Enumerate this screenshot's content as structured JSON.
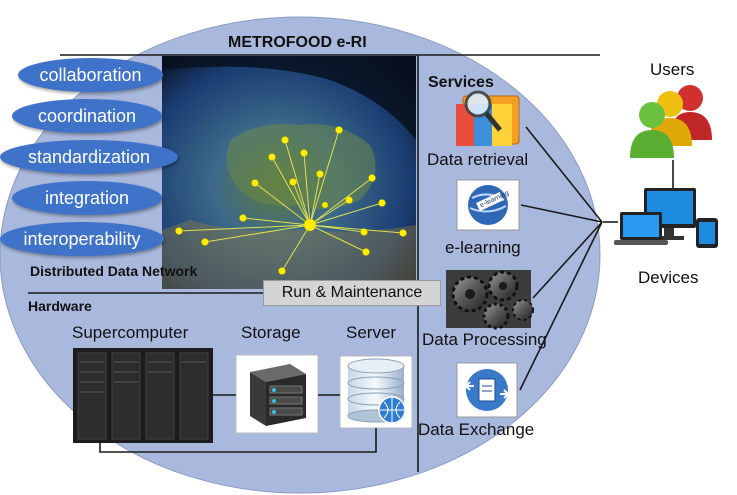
{
  "title": "METROFOOD e-RI",
  "pills": [
    "collaboration",
    "coordination",
    "standardization",
    "integration",
    "interoperability"
  ],
  "sections": {
    "network": "Distributed Data Network",
    "hardware": "Hardware",
    "services": "Services",
    "run": "Run & Maintenance"
  },
  "hardware_items": [
    "Supercomputer",
    "Storage",
    "Server"
  ],
  "services_items": [
    "Data retrieval",
    "e-learning",
    "Data Processing",
    "Data Exchange"
  ],
  "right": {
    "users": "Users",
    "devices": "Devices"
  },
  "icon_text": {
    "elearning": "e-learning"
  },
  "colors": {
    "ellipse": "#a9b8dd",
    "pill": "#3f73c9",
    "network_dots": "#ffee00",
    "globe": "#1d4e8f",
    "user_red": "#d23030",
    "user_yellow": "#f0c010",
    "user_green": "#6cc040"
  }
}
